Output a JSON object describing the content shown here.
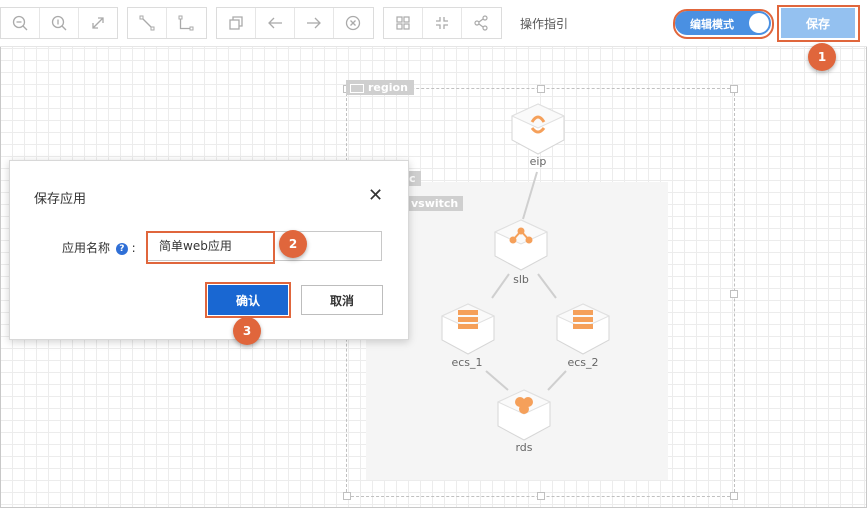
{
  "toolbar": {
    "guide_label": "操作指引",
    "edit_mode_label": "编辑模式",
    "save_label": "保存"
  },
  "steps": [
    "1",
    "2",
    "3"
  ],
  "canvas": {
    "region_tag": "region",
    "vpc_tag_fragment": "c",
    "vswitch_tag": "vswitch",
    "nodes": {
      "eip": "eip",
      "slb": "slb",
      "ecs_1": "ecs_1",
      "ecs_2": "ecs_2",
      "rds": "rds"
    }
  },
  "dialog": {
    "title": "保存应用",
    "close_glyph": "✕",
    "field_label": "应用名称",
    "help_glyph": "?",
    "field_colon": ":",
    "field_value": "简单web应用",
    "confirm_label": "确认",
    "cancel_label": "取消"
  },
  "colors": {
    "accent": "#1967d2",
    "highlight": "#e0663c",
    "node_icon": "#f5a05a"
  }
}
